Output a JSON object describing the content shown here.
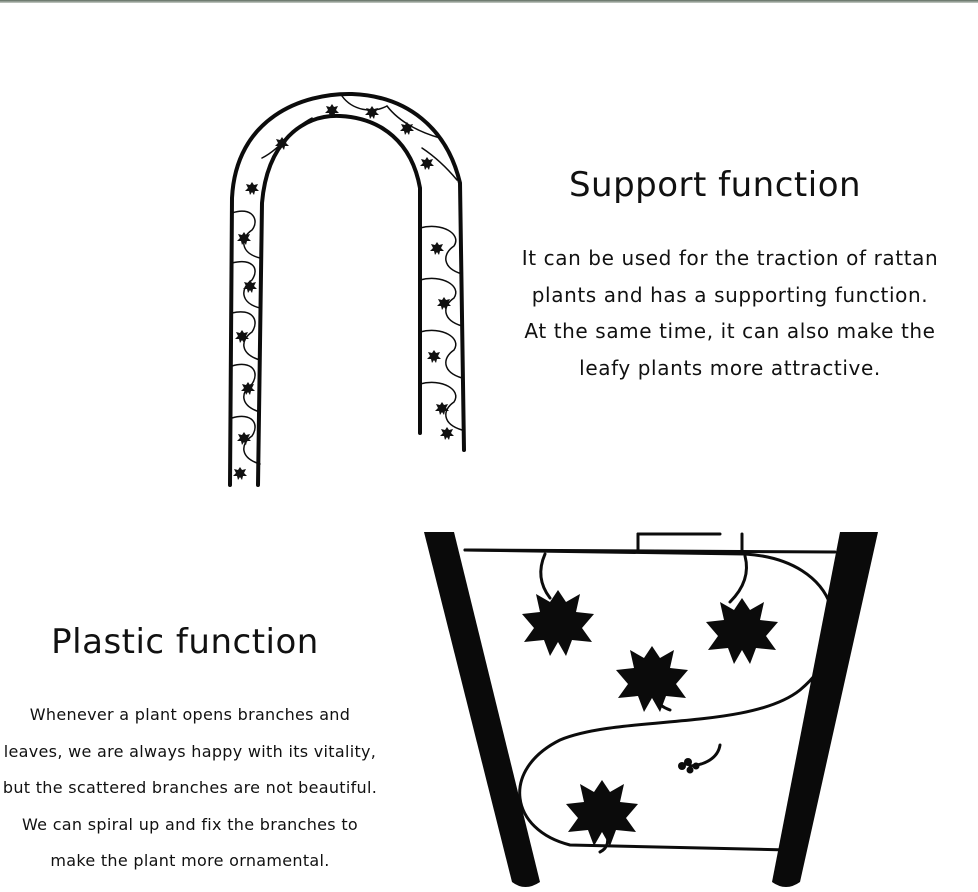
{
  "support": {
    "heading": "Support function",
    "lines": [
      "It can be used for the traction of rattan",
      "plants and has a supporting function.",
      "At the same time, it can also make the",
      "leafy plants more attractive."
    ]
  },
  "plastic": {
    "heading": "Plastic function",
    "lines": [
      "Whenever a plant opens branches and",
      "leaves, we are always happy with its vitality,",
      "but the scattered branches are not beautiful.",
      "We can spiral up and fix the branches to",
      "make the plant more ornamental."
    ]
  },
  "images": {
    "arch": "black metal garden arch with leaf pattern",
    "panel": "close-up of arch panel with scroll and leaves"
  },
  "colors": {
    "metal": "#0c0c0c",
    "text": "#111111",
    "background": "#ffffff"
  }
}
